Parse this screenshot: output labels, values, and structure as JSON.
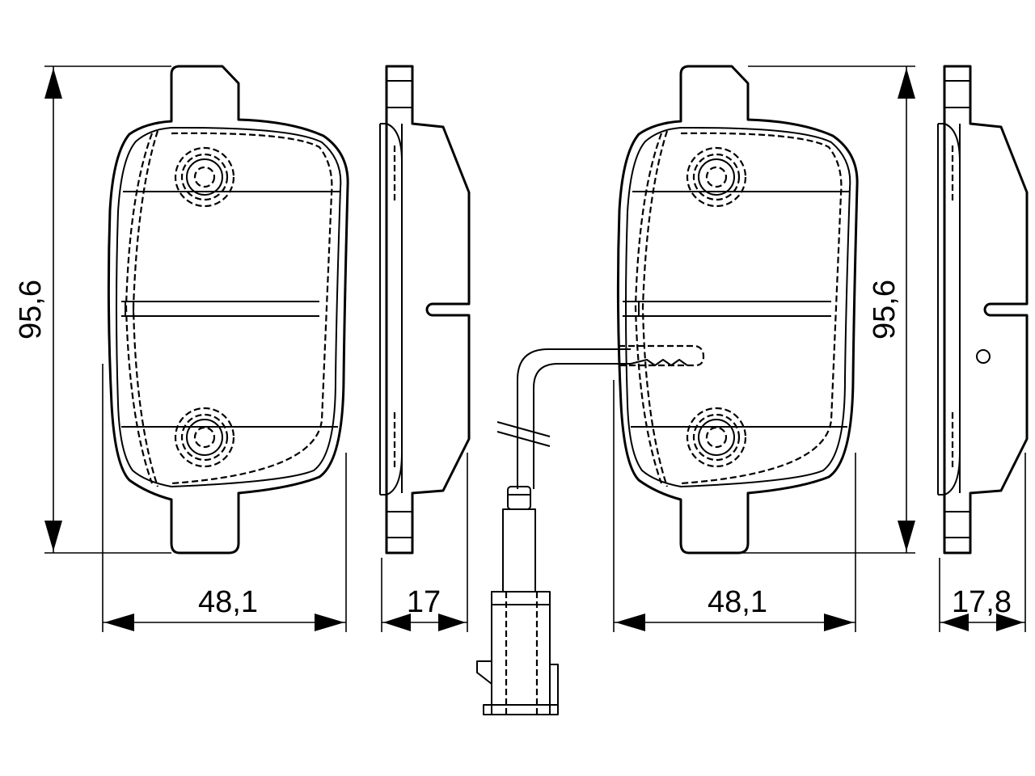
{
  "dimensions": {
    "left_height": "95,6",
    "left_width": "48,1",
    "left_thickness": "17",
    "right_height": "95,6",
    "right_width": "48,1",
    "right_thickness": "17,8"
  }
}
